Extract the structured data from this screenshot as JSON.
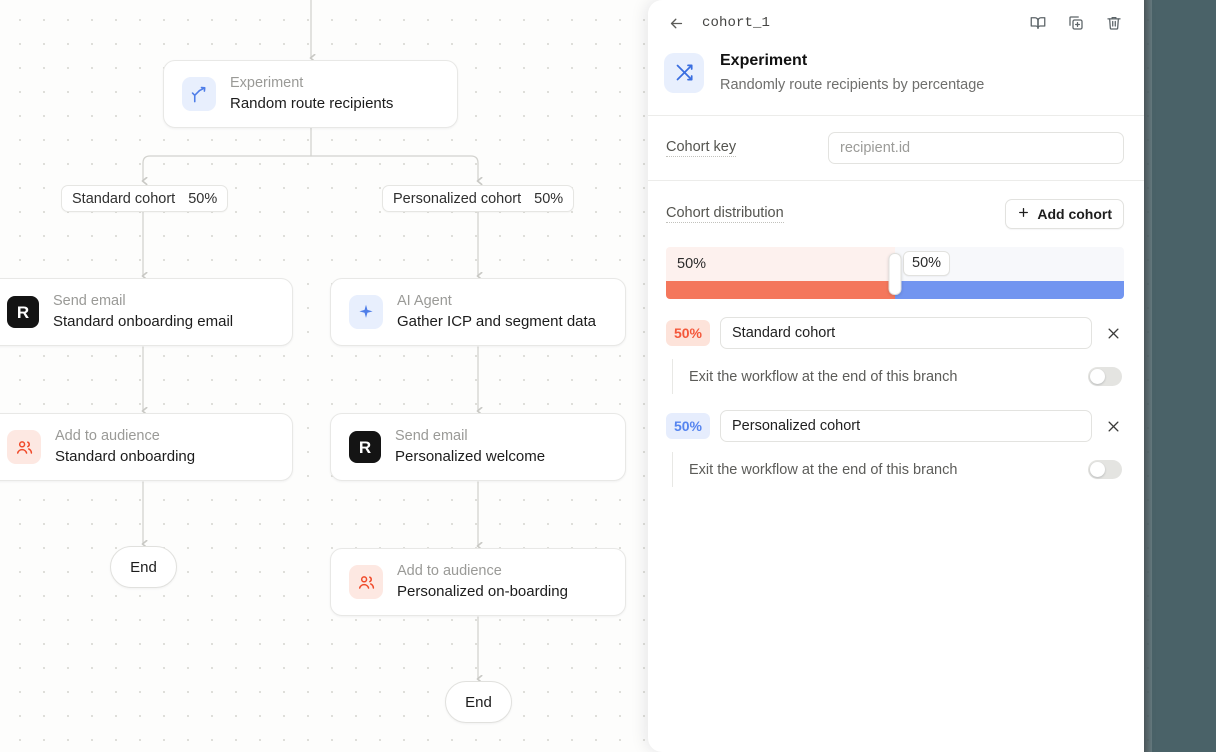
{
  "canvas": {
    "nodes": [
      {
        "kind": "Experiment",
        "name": "Random route recipients",
        "icon": "branch-icon"
      },
      {
        "kind": "Send email",
        "name": "Standard onboarding email",
        "icon": "resend-r-icon"
      },
      {
        "kind": "AI Agent",
        "name": "Gather ICP and segment data",
        "icon": "sparkle-icon"
      },
      {
        "kind": "Add to audience",
        "name": "Standard onboarding",
        "icon": "audience-icon"
      },
      {
        "kind": "Send email",
        "name": "Personalized welcome",
        "icon": "resend-r-icon"
      },
      {
        "kind": "Add to audience",
        "name": "Personalized on-boarding",
        "icon": "audience-icon"
      }
    ],
    "branch_chips": [
      {
        "label": "Standard cohort",
        "percent": "50%"
      },
      {
        "label": "Personalized cohort",
        "percent": "50%"
      }
    ],
    "end_nodes": [
      {
        "label": "End"
      },
      {
        "label": "End"
      }
    ]
  },
  "panel": {
    "header": {
      "back_icon": "arrow-left-icon",
      "title": "cohort_1",
      "actions": [
        {
          "icon": "book-icon",
          "name": "docs-button"
        },
        {
          "icon": "duplicate-icon",
          "name": "duplicate-button"
        },
        {
          "icon": "trash-icon",
          "name": "delete-button"
        }
      ]
    },
    "node": {
      "icon": "branch-icon",
      "title": "Experiment",
      "subtitle": "Randomly route recipients by percentage"
    },
    "cohort_key": {
      "label": "Cohort key",
      "placeholder": "recipient.id",
      "value": ""
    },
    "distribution": {
      "label": "Cohort distribution",
      "add_label": "Add cohort",
      "add_icon": "plus-icon",
      "segments": [
        {
          "percent": "50%",
          "width_pct": 50,
          "bar_color": "#f4775c",
          "track_color": "#fdf1ee",
          "boxed": false
        },
        {
          "percent": "50%",
          "width_pct": 50,
          "bar_color": "#7295f0",
          "track_color": "#f7f8fb",
          "boxed": true
        }
      ],
      "handle_pos_pct": 50
    },
    "cohorts": [
      {
        "percent": "50%",
        "badge_style": "red",
        "name": "Standard cohort",
        "remove_icon": "close-icon",
        "exit_label": "Exit the workflow at the end of this branch",
        "exit_enabled": false
      },
      {
        "percent": "50%",
        "badge_style": "blue",
        "name": "Personalized cohort",
        "remove_icon": "close-icon",
        "exit_label": "Exit the workflow at the end of this branch",
        "exit_enabled": false
      }
    ]
  },
  "colors": {
    "accent_red": "#f4573a",
    "accent_blue": "#5584ef",
    "bar_red": "#f4775c",
    "bar_blue": "#7295f0",
    "canvas_bg": "#fdfdfc",
    "desktop_bg": "#4a6268"
  }
}
